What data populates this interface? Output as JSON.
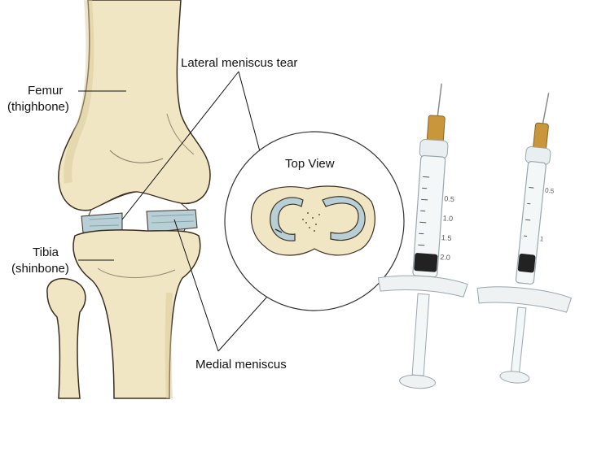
{
  "labels": {
    "femur_name": "Femur",
    "femur_sub": "(thighbone)",
    "tibia_name": "Tibia",
    "tibia_sub": "(shinbone)",
    "lateral_tear": "Lateral meniscus tear",
    "top_view": "Top View",
    "medial": "Medial meniscus"
  },
  "syringes": {
    "left_scale": [
      "0.5",
      "1.0",
      "1.5",
      "2.0"
    ],
    "right_scale": [
      "0.5",
      "1"
    ]
  },
  "colors": {
    "bone": "#f1e6c4",
    "bone_shadow": "#d9c99a",
    "outline": "#3a2e22",
    "cartilage": "#ffffff",
    "meniscus": "#b8cfd6",
    "meniscus_dark": "#7fa3ad",
    "needle_hub": "#c9963b",
    "plunger": "#222222"
  }
}
